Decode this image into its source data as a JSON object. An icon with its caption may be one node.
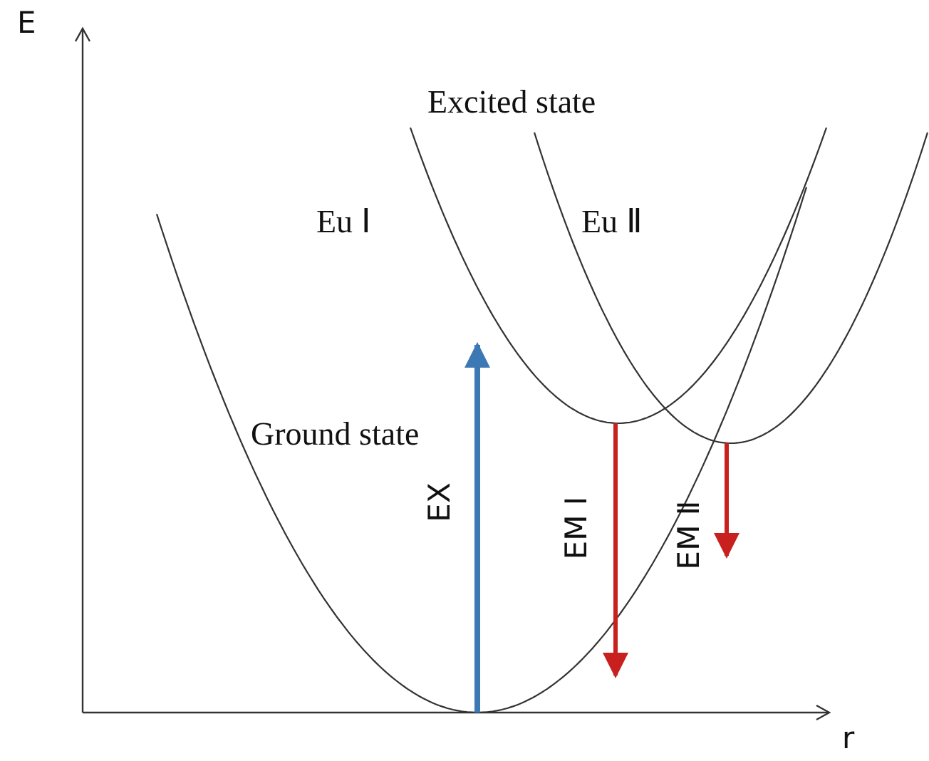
{
  "diagram": {
    "labels": [
      "E",
      "Excited state",
      "Eu Ⅰ",
      "Eu Ⅱ",
      "Ground state",
      "EX",
      "EM Ⅰ",
      "EM Ⅱ",
      "r"
    ]
  }
}
